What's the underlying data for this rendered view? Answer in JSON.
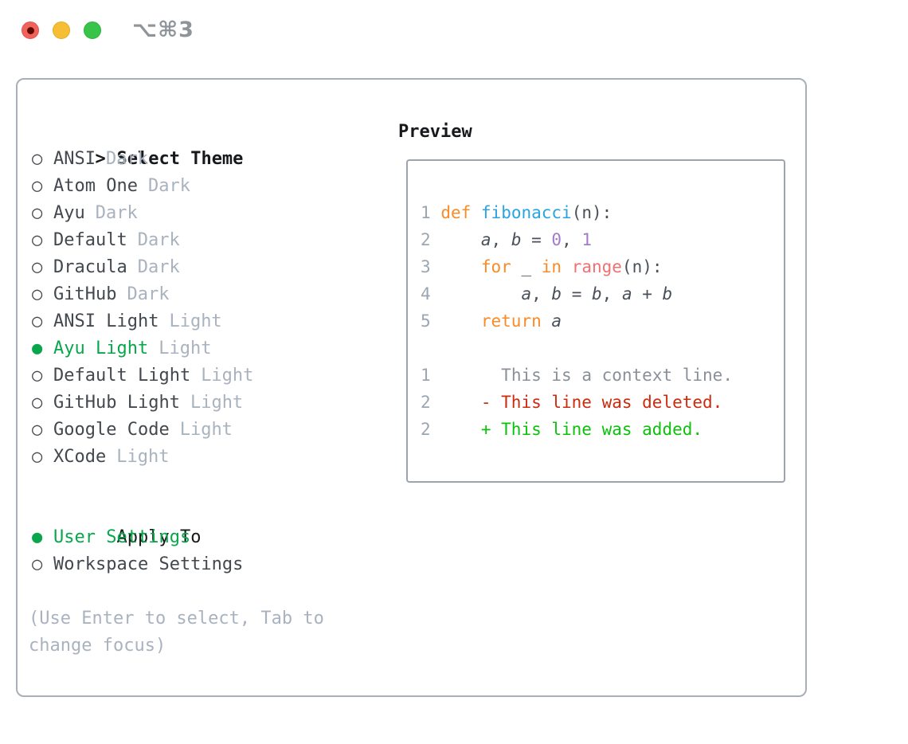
{
  "window": {
    "title": "⌥⌘3",
    "traffic_lights": {
      "close": "close-button",
      "minimize": "minimize-button",
      "zoom": "zoom-button"
    }
  },
  "theme_panel": {
    "header": {
      "prompt": ">",
      "label": "Select Theme"
    },
    "markers": {
      "selected": "●",
      "unselected": "○"
    },
    "themes": [
      {
        "label": "ANSI",
        "tag": "Dark",
        "selected": false
      },
      {
        "label": "Atom One",
        "tag": "Dark",
        "selected": false
      },
      {
        "label": "Ayu",
        "tag": "Dark",
        "selected": false
      },
      {
        "label": "Default",
        "tag": "Dark",
        "selected": false
      },
      {
        "label": "Dracula",
        "tag": "Dark",
        "selected": false
      },
      {
        "label": "GitHub",
        "tag": "Dark",
        "selected": false
      },
      {
        "label": "ANSI Light",
        "tag": "Light",
        "selected": false
      },
      {
        "label": "Ayu Light",
        "tag": "Light",
        "selected": true
      },
      {
        "label": "Default Light",
        "tag": "Light",
        "selected": false
      },
      {
        "label": "GitHub Light",
        "tag": "Light",
        "selected": false
      },
      {
        "label": "Google Code",
        "tag": "Light",
        "selected": false
      },
      {
        "label": "XCode",
        "tag": "Light",
        "selected": false
      }
    ],
    "apply_to": {
      "header": "Apply To",
      "options": [
        {
          "label": "User Settings",
          "selected": true
        },
        {
          "label": "Workspace Settings",
          "selected": false
        }
      ]
    },
    "help_text": "(Use Enter to select, Tab to change focus)"
  },
  "preview": {
    "header": "Preview",
    "code_lines": [
      [
        {
          "style": "ln",
          "text": "1"
        },
        {
          "style": "txt",
          "text": " "
        },
        {
          "style": "kw",
          "text": "def"
        },
        {
          "style": "txt",
          "text": " "
        },
        {
          "style": "fn",
          "text": "fibonacci"
        },
        {
          "style": "txt",
          "text": "(n):"
        }
      ],
      [
        {
          "style": "ln",
          "text": "2"
        },
        {
          "style": "txt",
          "text": "     "
        },
        {
          "style": "var",
          "text": "a"
        },
        {
          "style": "txt",
          "text": ", "
        },
        {
          "style": "var",
          "text": "b"
        },
        {
          "style": "txt",
          "text": " = "
        },
        {
          "style": "num",
          "text": "0"
        },
        {
          "style": "txt",
          "text": ", "
        },
        {
          "style": "num",
          "text": "1"
        }
      ],
      [
        {
          "style": "ln",
          "text": "3"
        },
        {
          "style": "txt",
          "text": "     "
        },
        {
          "style": "kw",
          "text": "for"
        },
        {
          "style": "txt",
          "text": " _ "
        },
        {
          "style": "kw",
          "text": "in"
        },
        {
          "style": "txt",
          "text": " "
        },
        {
          "style": "call",
          "text": "range"
        },
        {
          "style": "txt",
          "text": "(n):"
        }
      ],
      [
        {
          "style": "ln",
          "text": "4"
        },
        {
          "style": "txt",
          "text": "         "
        },
        {
          "style": "var",
          "text": "a"
        },
        {
          "style": "txt",
          "text": ", "
        },
        {
          "style": "var",
          "text": "b"
        },
        {
          "style": "txt",
          "text": " = "
        },
        {
          "style": "var",
          "text": "b"
        },
        {
          "style": "txt",
          "text": ", "
        },
        {
          "style": "var",
          "text": "a"
        },
        {
          "style": "txt",
          "text": " + "
        },
        {
          "style": "var",
          "text": "b"
        }
      ],
      [
        {
          "style": "ln",
          "text": "5"
        },
        {
          "style": "txt",
          "text": "     "
        },
        {
          "style": "kw",
          "text": "return"
        },
        {
          "style": "txt",
          "text": " "
        },
        {
          "style": "var",
          "text": "a"
        }
      ],
      [],
      [
        {
          "style": "ln",
          "text": "1"
        },
        {
          "style": "txt",
          "text": "       "
        },
        {
          "style": "ctx",
          "text": "This is a context line."
        }
      ],
      [
        {
          "style": "ln",
          "text": "2"
        },
        {
          "style": "txt",
          "text": "     "
        },
        {
          "style": "del",
          "text": "- This line was deleted."
        }
      ],
      [
        {
          "style": "ln",
          "text": "2"
        },
        {
          "style": "txt",
          "text": "     "
        },
        {
          "style": "add",
          "text": "+ This line was added."
        }
      ]
    ]
  },
  "colors": {
    "accent_green": "#0AA64C",
    "diff_added_green": "#0BC20B",
    "diff_deleted_red": "#CC2B0E",
    "keyword_orange": "#F98B28",
    "function_blue": "#29A3E1",
    "number_purple": "#A37ACC",
    "call_coral": "#F07171",
    "muted_gray": "#A9B3BF",
    "panel_border": "#A9AFB8",
    "traffic_red": "#F2625C",
    "traffic_yellow": "#F6BE35",
    "traffic_green": "#38C349"
  }
}
